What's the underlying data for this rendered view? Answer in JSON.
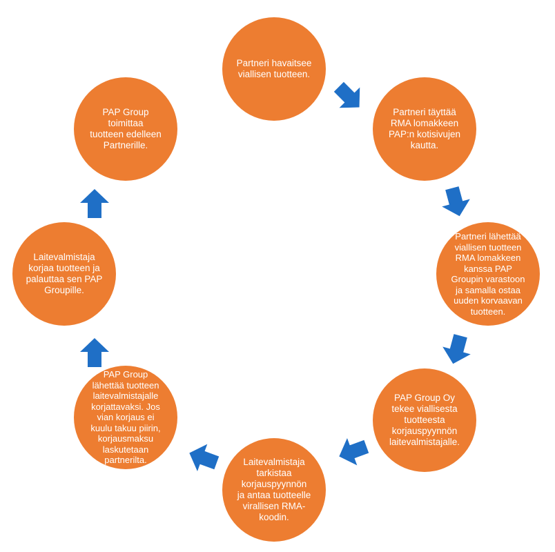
{
  "colors": {
    "circle": "#ED7D31",
    "arrow": "#1F6FC6",
    "text": "#FFFFFF"
  },
  "steps": [
    "Partneri havaitsee\nviallisen tuotteen.",
    "Partneri täyttää\nRMA lomakkeen\nPAP:n kotisivujen\nkautta.",
    "Partneri lähettää\nviallisen tuotteen\nRMA lomakkeen\nkanssa PAP\nGroupin varastoon\nja samalla ostaa\nuuden korvaavan\ntuotteen.",
    "PAP Group Oy\ntekee viallisesta\ntuotteesta\nkorjauspyynnön\nlaitevalmistajalle.",
    "Laitevalmistaja\ntarkistaa\nkorjauspyynnön\nja antaa tuotteelle\nvirallisen RMA-\nkoodin.",
    "PAP Group\nlähettää tuotteen\nlaitevalmistajalle\nkorjattavaksi. Jos\nvian korjaus ei\nkuulu takuu piirin,\nkorjausmaksu\nlaskutetaan\npartnerilta.",
    "Laitevalmistaja\nkorjaa tuotteen ja\npalauttaa sen PAP\nGroupille.",
    "PAP Group\ntoimittaa\ntuotteen edelleen\nPartnerille."
  ],
  "flow_icon": "arrow-icon"
}
